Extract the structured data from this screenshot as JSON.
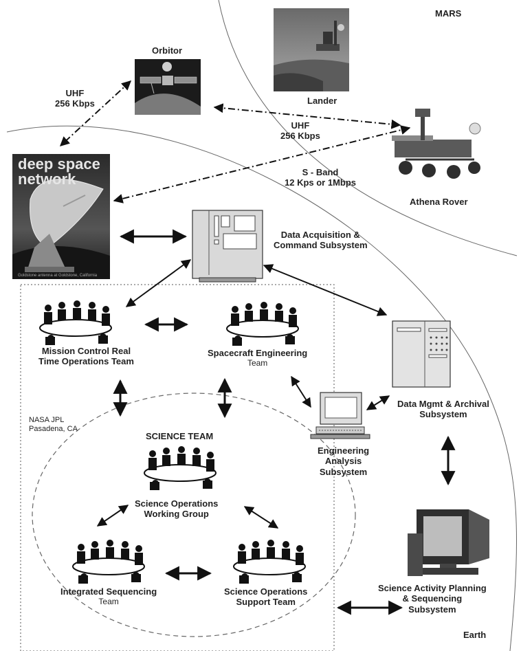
{
  "regions": {
    "mars": "MARS",
    "earth": "Earth"
  },
  "nodes": {
    "orbitor": "Orbitor",
    "lander": "Lander",
    "athena_rover": "Athena Rover",
    "dsn_title": "deep space network",
    "dsn_caption": "Goldstone antenna at Goldstone, California",
    "daq_line1": "Data Acquisition &",
    "daq_line2": "Command Subsystem",
    "mission_line1": "Mission Control Real",
    "mission_line2": "Time Operations Team",
    "spacecraft_line1": "Spacecraft Engineering",
    "spacecraft_line2": "Team",
    "engineering_line1": "Engineering",
    "engineering_line2": "Analysis",
    "engineering_line3": "Subsystem",
    "datamgmt_line1": "Data Mgmt & Archival",
    "datamgmt_line2": "Subsystem",
    "science_team": "SCIENCE TEAM",
    "sowg_line1": "Science Operations",
    "sowg_line2": "Working Group",
    "integrated_line1": "Integrated Sequencing",
    "integrated_line2": "Team",
    "sost_line1": "Science Operations",
    "sost_line2": "Support Team",
    "sap_line1": "Science Activity Planning",
    "sap_line2": "& Sequencing",
    "sap_line3": "Subsystem",
    "jpl_line1": "NASA JPL",
    "jpl_line2": "Pasadena, CA"
  },
  "links": {
    "uhf_left_line1": "UHF",
    "uhf_left_line2": "256 Kbps",
    "uhf_right_line1": "UHF",
    "uhf_right_line2": "256 Kbps",
    "sband_line1": "S - Band",
    "sband_line2": "12 Kps or 1Mbps"
  }
}
